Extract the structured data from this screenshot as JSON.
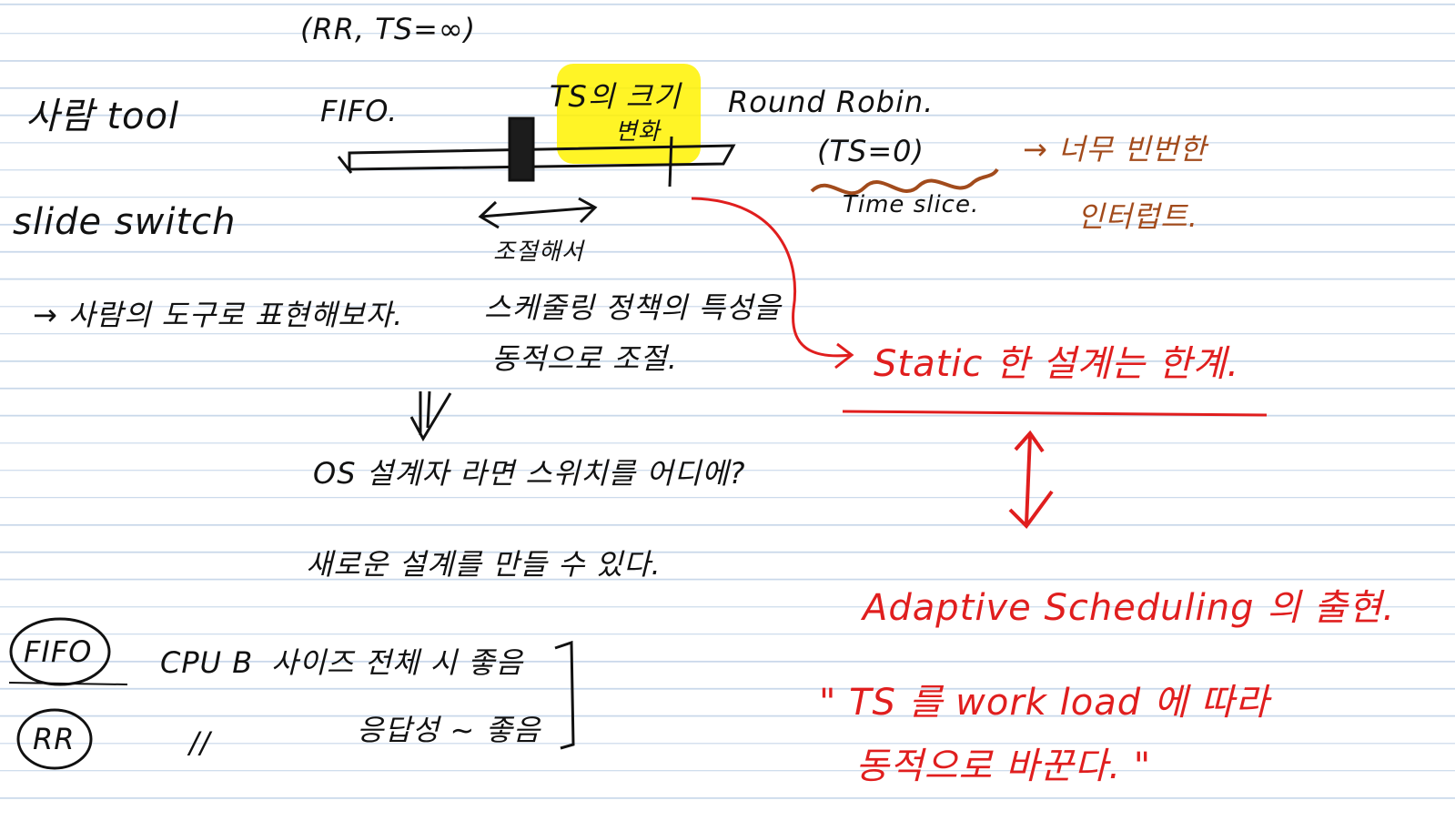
{
  "notes": {
    "rr_ts_inf": "(RR, TS=∞)",
    "title_left": "사람 tool",
    "fifo_top": "FIFO.",
    "ts_size_change": "TS의 크기",
    "ts_size_change2": "변화",
    "round_robin": "Round Robin.",
    "ts_zero": "(TS=0)",
    "too_frequent": "→ 너무 빈번한",
    "interrupt": "인터럽트.",
    "time_slice": "Time slice.",
    "slide_switch": "slide switch",
    "adjust": "조절해서",
    "arrow_share": "→ 사람의 도구로 표현해보자.",
    "sched_policy": "스케줄링 정책의 특성을",
    "direct_expr": "동적으로 조절.",
    "static_limit": "Static 한 설계는 한계.",
    "os_designer": "OS 설계자 라면 스위치를 어디에?",
    "new_design": "새로운 설계를 만들 수 있다.",
    "adaptive": "Adaptive Scheduling 의 출현.",
    "quote_line1": "\" TS 를 work load 에 따라",
    "quote_line2": "동적으로 바꾼다. \"",
    "fifo_bottom": "FIFO",
    "cpu_b": "CPU B",
    "size_same": "사이즈 전체 시 좋음",
    "rr": "RR",
    "ditto": "//",
    "response_good": "응답성 ~ 좋음"
  },
  "colors": {
    "ink": "#111111",
    "red": "#e01e1e",
    "brown": "#a24b1c",
    "highlight": "#fff200",
    "rule": "#c9d8ea"
  }
}
